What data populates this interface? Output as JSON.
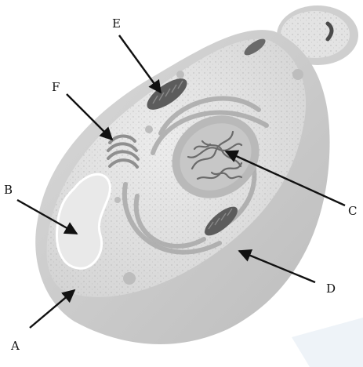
{
  "labels": {
    "A": "A",
    "B": "B",
    "C": "C",
    "D": "D",
    "E": "E",
    "F": "F"
  },
  "colors": {
    "cell_wall": "#c9c9c9",
    "cytoplasm": "#e6e6e6",
    "nucleus": "#bdbdbd",
    "organelle_dark": "#5c5c5c",
    "vacuole_outline": "#ffffff",
    "arrow": "#111111"
  }
}
